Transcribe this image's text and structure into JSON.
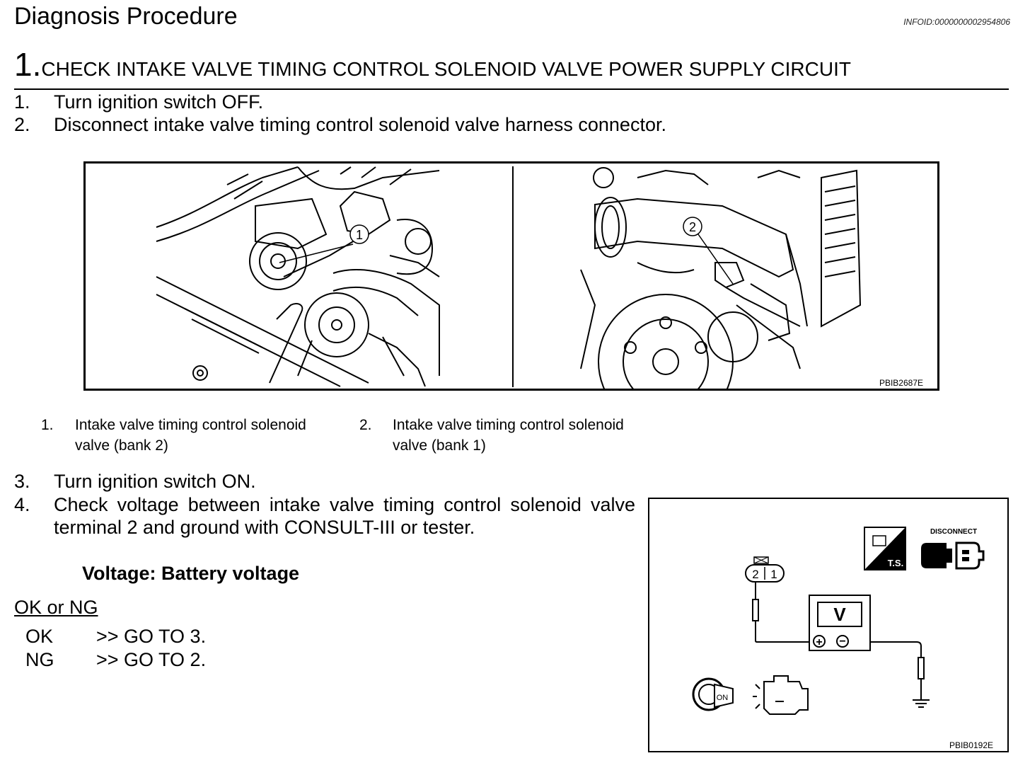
{
  "header": {
    "title": "Diagnosis Procedure",
    "infoid": "INFOID:0000000002954806"
  },
  "step": {
    "number": "1.",
    "title": "CHECK INTAKE VALVE TIMING CONTROL SOLENOID VALVE POWER SUPPLY CIRCUIT"
  },
  "instructions_a": [
    {
      "num": "1.",
      "text": "Turn ignition switch OFF."
    },
    {
      "num": "2.",
      "text": "Disconnect intake valve timing control solenoid valve harness connector."
    }
  ],
  "figure1": {
    "code": "PBIB2687E",
    "callouts": [
      "1",
      "2"
    ],
    "captions": [
      {
        "num": "1.",
        "line1": "Intake valve timing control solenoid",
        "line2": "valve (bank 2)"
      },
      {
        "num": "2.",
        "line1": "Intake valve timing control solenoid",
        "line2": "valve (bank 1)"
      }
    ]
  },
  "instructions_b": [
    {
      "num": "3.",
      "text": "Turn ignition switch ON."
    },
    {
      "num": "4.",
      "text": "Check voltage between intake valve timing control solenoid valve terminal 2 and ground with CONSULT-III or tester."
    }
  ],
  "spec": "Voltage: Battery voltage",
  "result": {
    "heading": "OK or NG",
    "rows": [
      {
        "status": "OK",
        "action": ">> GO TO 3."
      },
      {
        "status": "NG",
        "action": ">> GO TO 2."
      }
    ]
  },
  "figure2": {
    "code": "PBIB0192E",
    "disconnect_label": "DISCONNECT",
    "ts_label": "T.S.",
    "meter_label": "V",
    "plus": "+",
    "minus": "−",
    "terminal_2": "2",
    "terminal_1": "1",
    "key_label": "ON"
  }
}
